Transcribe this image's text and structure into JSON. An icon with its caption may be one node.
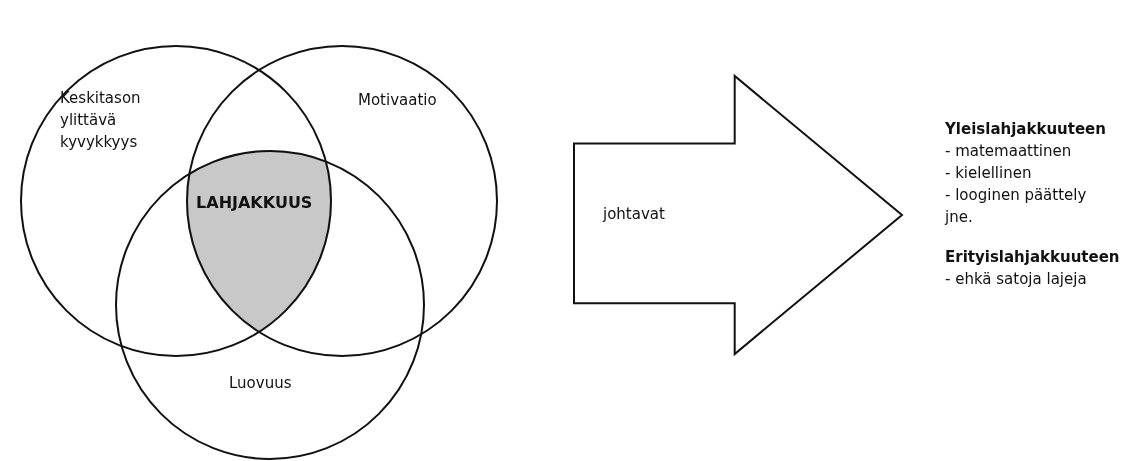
{
  "diagram": {
    "nodes": [
      {
        "text": [
          "Keskitason ylittävä kyvykkyys"
        ]
      },
      {
        "text": [
          "Motivaatio"
        ]
      },
      {
        "text": [
          "Luovuus"
        ]
      },
      {
        "text": [
          "LAHJAKKUUS"
        ]
      },
      {
        "text": [
          "johtavat"
        ]
      }
    ],
    "labels": [
      "Yleislahjakkuuteen",
      "- matemaattinen",
      "- kielellinen",
      "- looginen päättely jne.",
      "Erityislahjakkuuteen",
      "- ehkä satoja lajeja"
    ]
  }
}
